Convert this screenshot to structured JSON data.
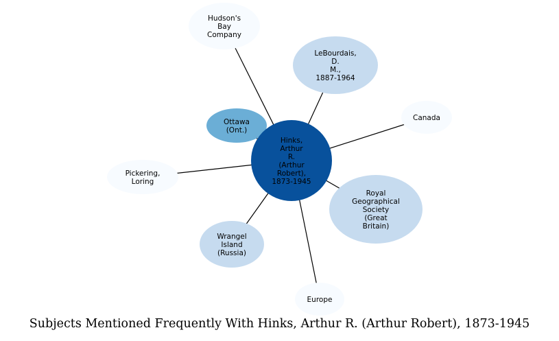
{
  "caption": "Subjects Mentioned Frequently With Hinks, Arthur R. (Arthur Robert), 1873-1945",
  "center": {
    "label": [
      "Hinks,",
      "Arthur",
      "R.",
      "(Arthur",
      "Robert),",
      "1873-1945"
    ],
    "color": "#08519c",
    "text_color": "#000000"
  },
  "nodes": [
    {
      "id": "hudsons-bay-company",
      "label": [
        "Hudson's",
        "Bay",
        "Company"
      ],
      "color": "#f7fbff"
    },
    {
      "id": "lebourdais",
      "label": [
        "LeBourdais,",
        "D.",
        "M.,",
        "1887-1964"
      ],
      "color": "#c6dbef"
    },
    {
      "id": "canada",
      "label": [
        "Canada"
      ],
      "color": "#f7fbff"
    },
    {
      "id": "ottawa",
      "label": [
        "Ottawa",
        "(Ont.)"
      ],
      "color": "#6baed6"
    },
    {
      "id": "pickering-loring",
      "label": [
        "Pickering,",
        "Loring"
      ],
      "color": "#f7fbff"
    },
    {
      "id": "royal-geographical-society",
      "label": [
        "Royal",
        "Geographical",
        "Society",
        "(Great",
        "Britain)"
      ],
      "color": "#c6dbef"
    },
    {
      "id": "wrangel-island",
      "label": [
        "Wrangel",
        "Island",
        "(Russia)"
      ],
      "color": "#c6dbef"
    },
    {
      "id": "europe",
      "label": [
        "Europe"
      ],
      "color": "#f7fbff"
    }
  ]
}
